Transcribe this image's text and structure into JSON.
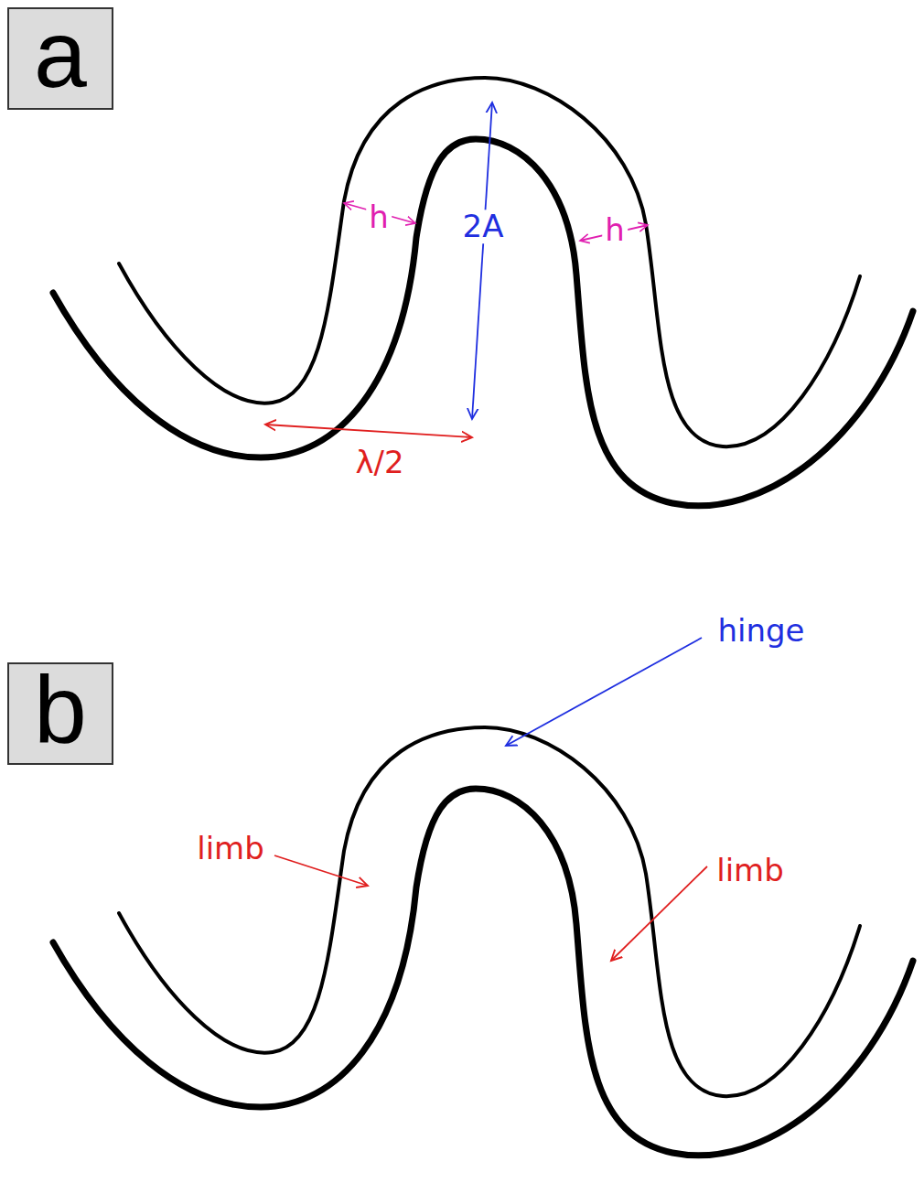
{
  "diagram": {
    "nodes": [
      {
        "text": [
          "a"
        ]
      },
      {
        "text": [
          "b"
        ]
      }
    ],
    "labels": [
      "h",
      "2A",
      "h",
      "λ/2",
      "hinge",
      "limb",
      "limb"
    ]
  }
}
